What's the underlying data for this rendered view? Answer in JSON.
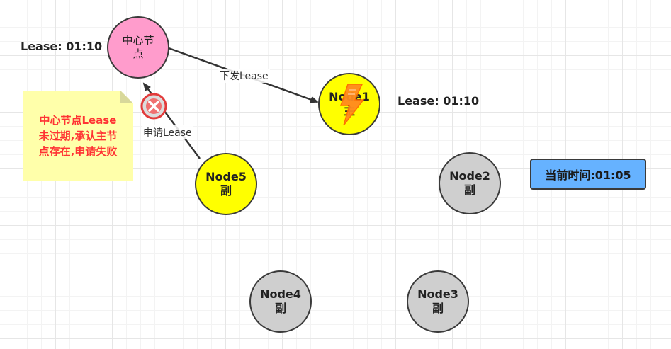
{
  "nodes": {
    "center": {
      "line1": "中心节",
      "line2": "点"
    },
    "node1": {
      "line1": "Node1",
      "line2": "主"
    },
    "node2": {
      "line1": "Node2",
      "line2": "副"
    },
    "node3": {
      "line1": "Node3",
      "line2": "副"
    },
    "node4": {
      "line1": "Node4",
      "line2": "副"
    },
    "node5": {
      "line1": "Node5",
      "line2": "副"
    }
  },
  "leases": {
    "center": "Lease: 01:10",
    "node1": "Lease: 01:10"
  },
  "edges": {
    "issue_label": "下发Lease",
    "apply_label": "申请Lease"
  },
  "note": {
    "text": "中心节点Lease\n未过期,承认主节\n点存在,申请失败"
  },
  "current_time": "当前时间:01:05",
  "icons": {
    "fail": "cross-circle-icon",
    "node1_overlay": "lightning-icon"
  },
  "colors": {
    "center_node": "#ff9ccc",
    "master_node": "#ffff00",
    "replica_active": "#ffff00",
    "replica_idle": "#cfcfcf",
    "note_background": "#ffffaa",
    "note_text": "#ff3333",
    "time_box": "#66b2ff"
  }
}
